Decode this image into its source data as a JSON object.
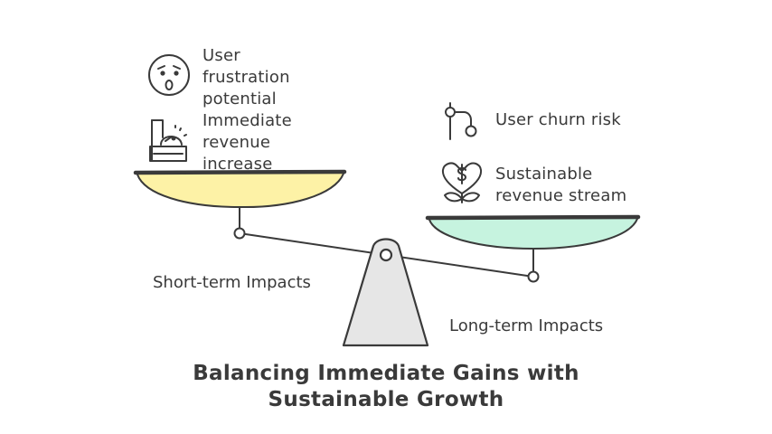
{
  "colors": {
    "left_pan": "#fdf2a6",
    "right_pan": "#c6f3df",
    "fulcrum": "#e6e6e6",
    "stroke": "#3a3a3a"
  },
  "left_side": {
    "items": [
      {
        "icon": "surprised-face-icon",
        "text": "User frustration potential"
      },
      {
        "icon": "cash-register-icon",
        "text": "Immediate revenue increase"
      }
    ],
    "label": "Short-term Impacts"
  },
  "right_side": {
    "items": [
      {
        "icon": "branch-icon",
        "text": "User churn risk"
      },
      {
        "icon": "heart-dollar-sprout-icon",
        "text": "Sustainable revenue stream"
      }
    ],
    "label": "Long-term Impacts"
  },
  "title": {
    "line1": "Balancing Immediate Gains with",
    "line2": "Sustainable Growth"
  }
}
